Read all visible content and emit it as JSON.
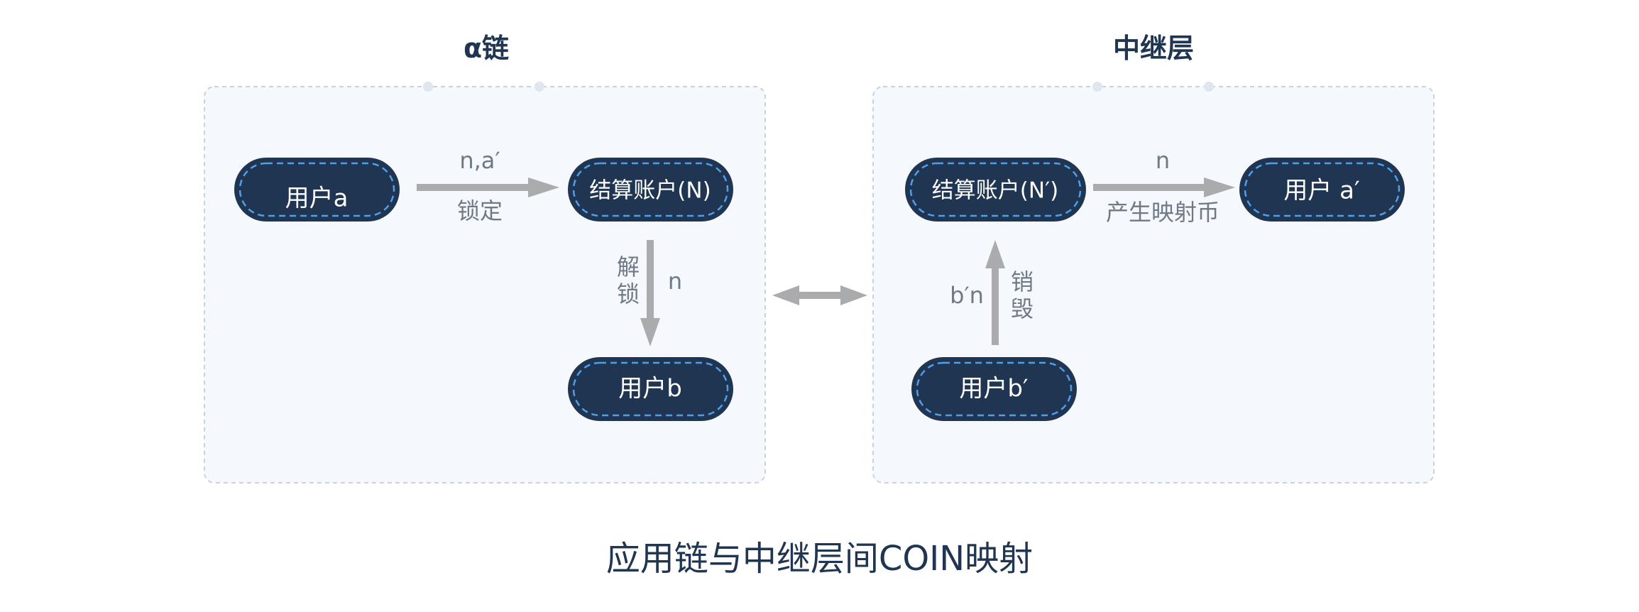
{
  "panels": {
    "left": {
      "title": "α链"
    },
    "right": {
      "title": "中继层"
    }
  },
  "nodes": {
    "user_a": "用户a",
    "settlement_n": "结算账户(N)",
    "user_b": "用户b",
    "settlement_n_prime": "结算账户(N′)",
    "user_a_prime": "用户 a′",
    "user_b_prime": "用户b′"
  },
  "edges": {
    "lock_top": "n,a′",
    "lock_bottom": "锁定",
    "unlock_label_1": "解",
    "unlock_label_2": "锁",
    "unlock_amount": "n",
    "mint_top": "n",
    "mint_bottom": "产生映射币",
    "burn_amount": "b′n",
    "burn_label_1": "销",
    "burn_label_2": "毁"
  },
  "caption": "应用链与中继层间COIN映射",
  "colors": {
    "node_fill": "#1f3551",
    "node_dash": "#4f9fe8",
    "node_text": "#ffffff",
    "arrow": "#a9abad",
    "label": "#6f7a86",
    "panel_fill": "#f5f8fc",
    "panel_border": "#c7d3df",
    "title": "#1f3551"
  }
}
